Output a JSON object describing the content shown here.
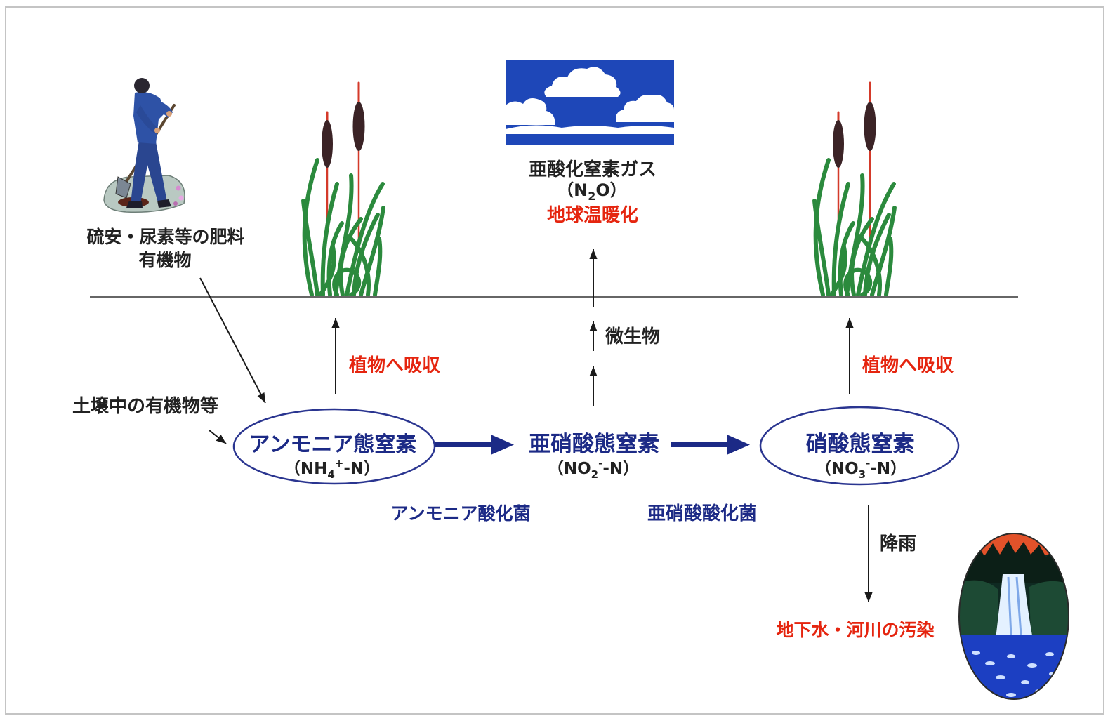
{
  "colors": {
    "navy": "#1c2a86",
    "red": "#e5250f",
    "text": "#222222",
    "ellipse": "#2a3590",
    "leaf": "#2b8a3d"
  },
  "icons": {
    "fertilizer": "farmer-icon",
    "plants": "cattail-icon",
    "atmosphere": "sky-clouds-icon",
    "water": "waterfall-icon"
  },
  "inputs": {
    "fertilizer": "硫安・尿素等の肥料",
    "organic": "有機物",
    "soil_organic": "土壌中の有機物等"
  },
  "atmosphere": {
    "gas": "亜酸化窒素ガス",
    "formula": {
      "pre": "（N",
      "sub": "2",
      "post": "O）"
    },
    "effect": "地球温暖化"
  },
  "nodes": [
    {
      "label": "アンモニア態窒素",
      "formula": {
        "pre": "（NH",
        "sub": "4",
        "sup": "+",
        "post": "-N）"
      }
    },
    {
      "label": "亜硝酸態窒素",
      "formula": {
        "pre": "（NO",
        "sub": "2",
        "sup": "-",
        "post": "-N）"
      }
    },
    {
      "label": "硝酸態窒素",
      "formula": {
        "pre": "（NO",
        "sub": "3",
        "sup": "-",
        "post": "-N）"
      }
    }
  ],
  "processes": {
    "plant_uptake_ammonium": "植物へ吸収",
    "plant_uptake_nitrate": "植物へ吸収",
    "microbes": "微生物",
    "ammonia_oxidizing_bacteria": "アンモニア酸化菌",
    "nitrite_oxidizing_bacteria": "亜硝酸酸化菌",
    "rainfall": "降雨"
  },
  "impacts": {
    "water_pollution": "地下水・河川の汚染"
  }
}
